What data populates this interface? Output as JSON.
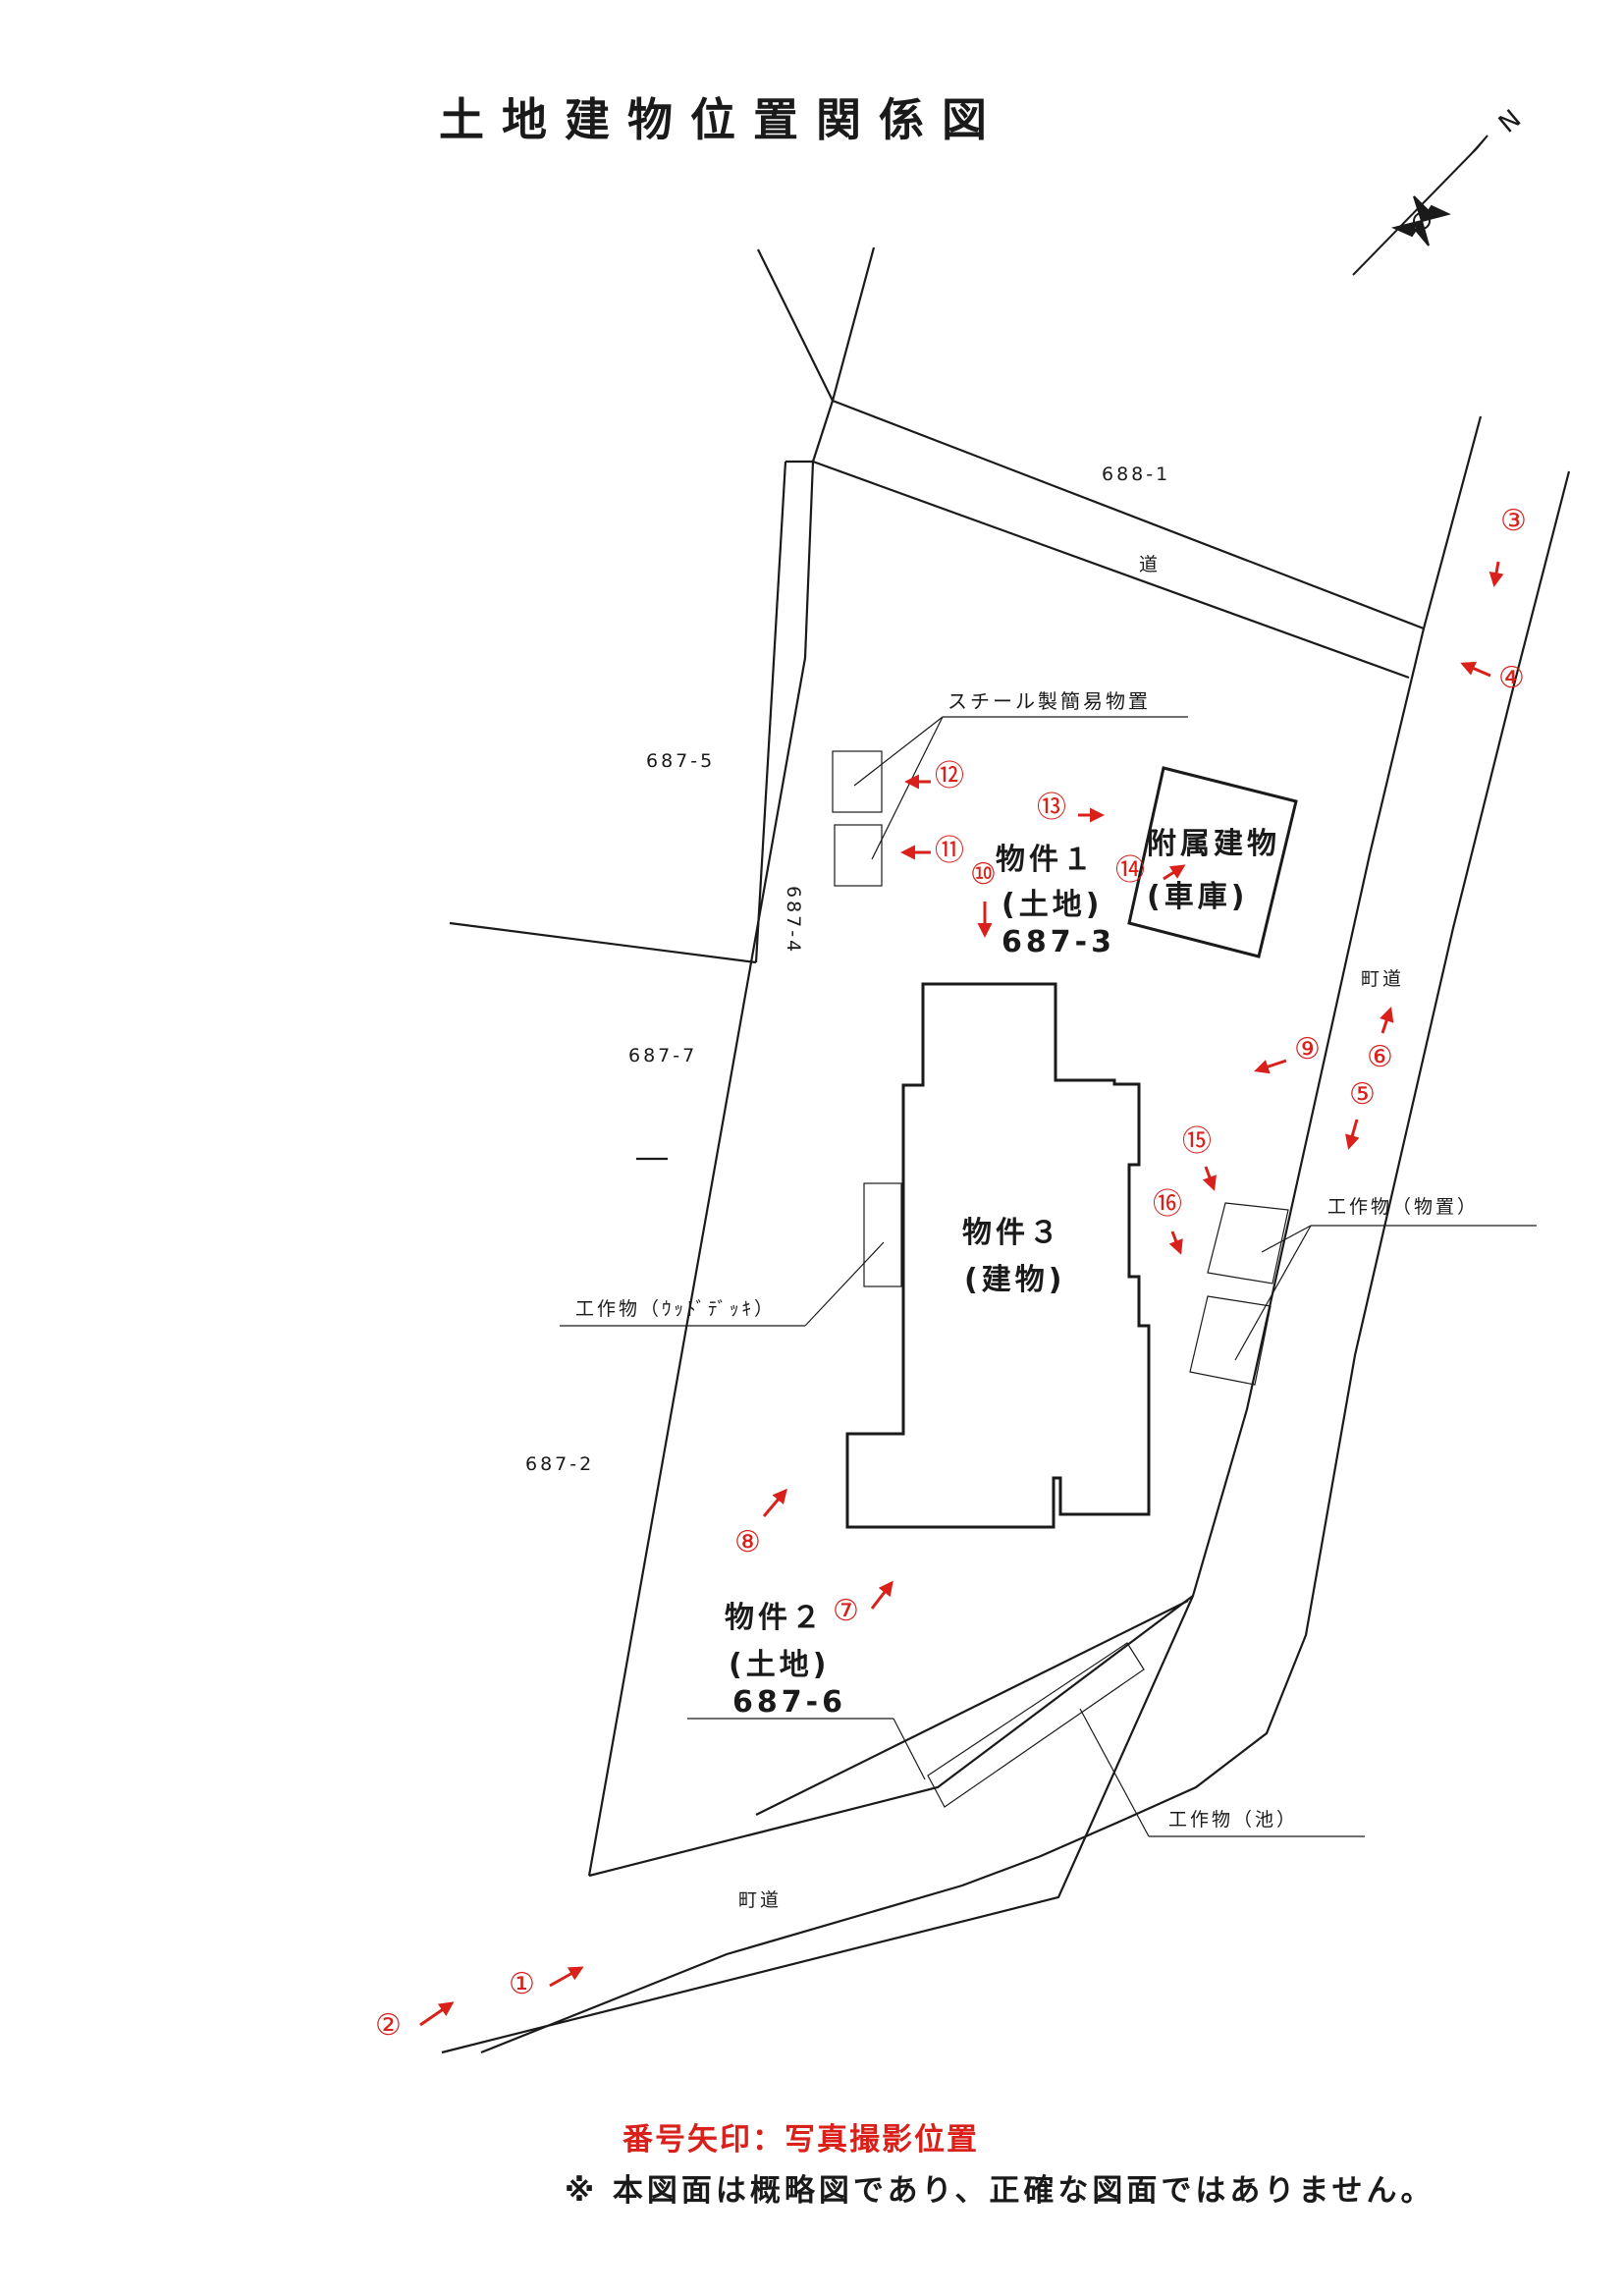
{
  "title": "土地建物位置関係図",
  "north_label": "N",
  "parcels": {
    "p688_1": "688-1",
    "p687_5": "687-5",
    "p687_4": "687-4",
    "p687_7": "687-7",
    "p687_2": "687-2"
  },
  "roads": {
    "michi": "道",
    "chodo_east": "町道",
    "chodo_south": "町道"
  },
  "structures": {
    "steel_shed": "スチール製簡易物置",
    "annex_line1": "附属建物",
    "annex_line2": "(車庫)",
    "property1_line1": "物件１",
    "property1_line2": "(土地)",
    "property1_line3": "687-3",
    "property3_line1": "物件３",
    "property3_line2": "(建物)",
    "property2_line1": "物件２",
    "property2_line2": "(土地)",
    "property2_line3": "687-6",
    "wood_deck": "工作物（ｳｯﾄﾞﾃﾞｯｷ）",
    "storage": "工作物（物置）",
    "pond": "工作物（池）"
  },
  "photo_markers": [
    "①",
    "②",
    "③",
    "④",
    "⑤",
    "⑥",
    "⑦",
    "⑧",
    "⑨",
    "⑩",
    "⑪",
    "⑫",
    "⑬",
    "⑭",
    "⑮",
    "⑯"
  ],
  "legend": "番号矢印：写真撮影位置",
  "note": "※ 本図面は概略図であり、正確な図面ではありません。",
  "colors": {
    "marker": "#d9201b",
    "line": "#1a1a1a"
  }
}
